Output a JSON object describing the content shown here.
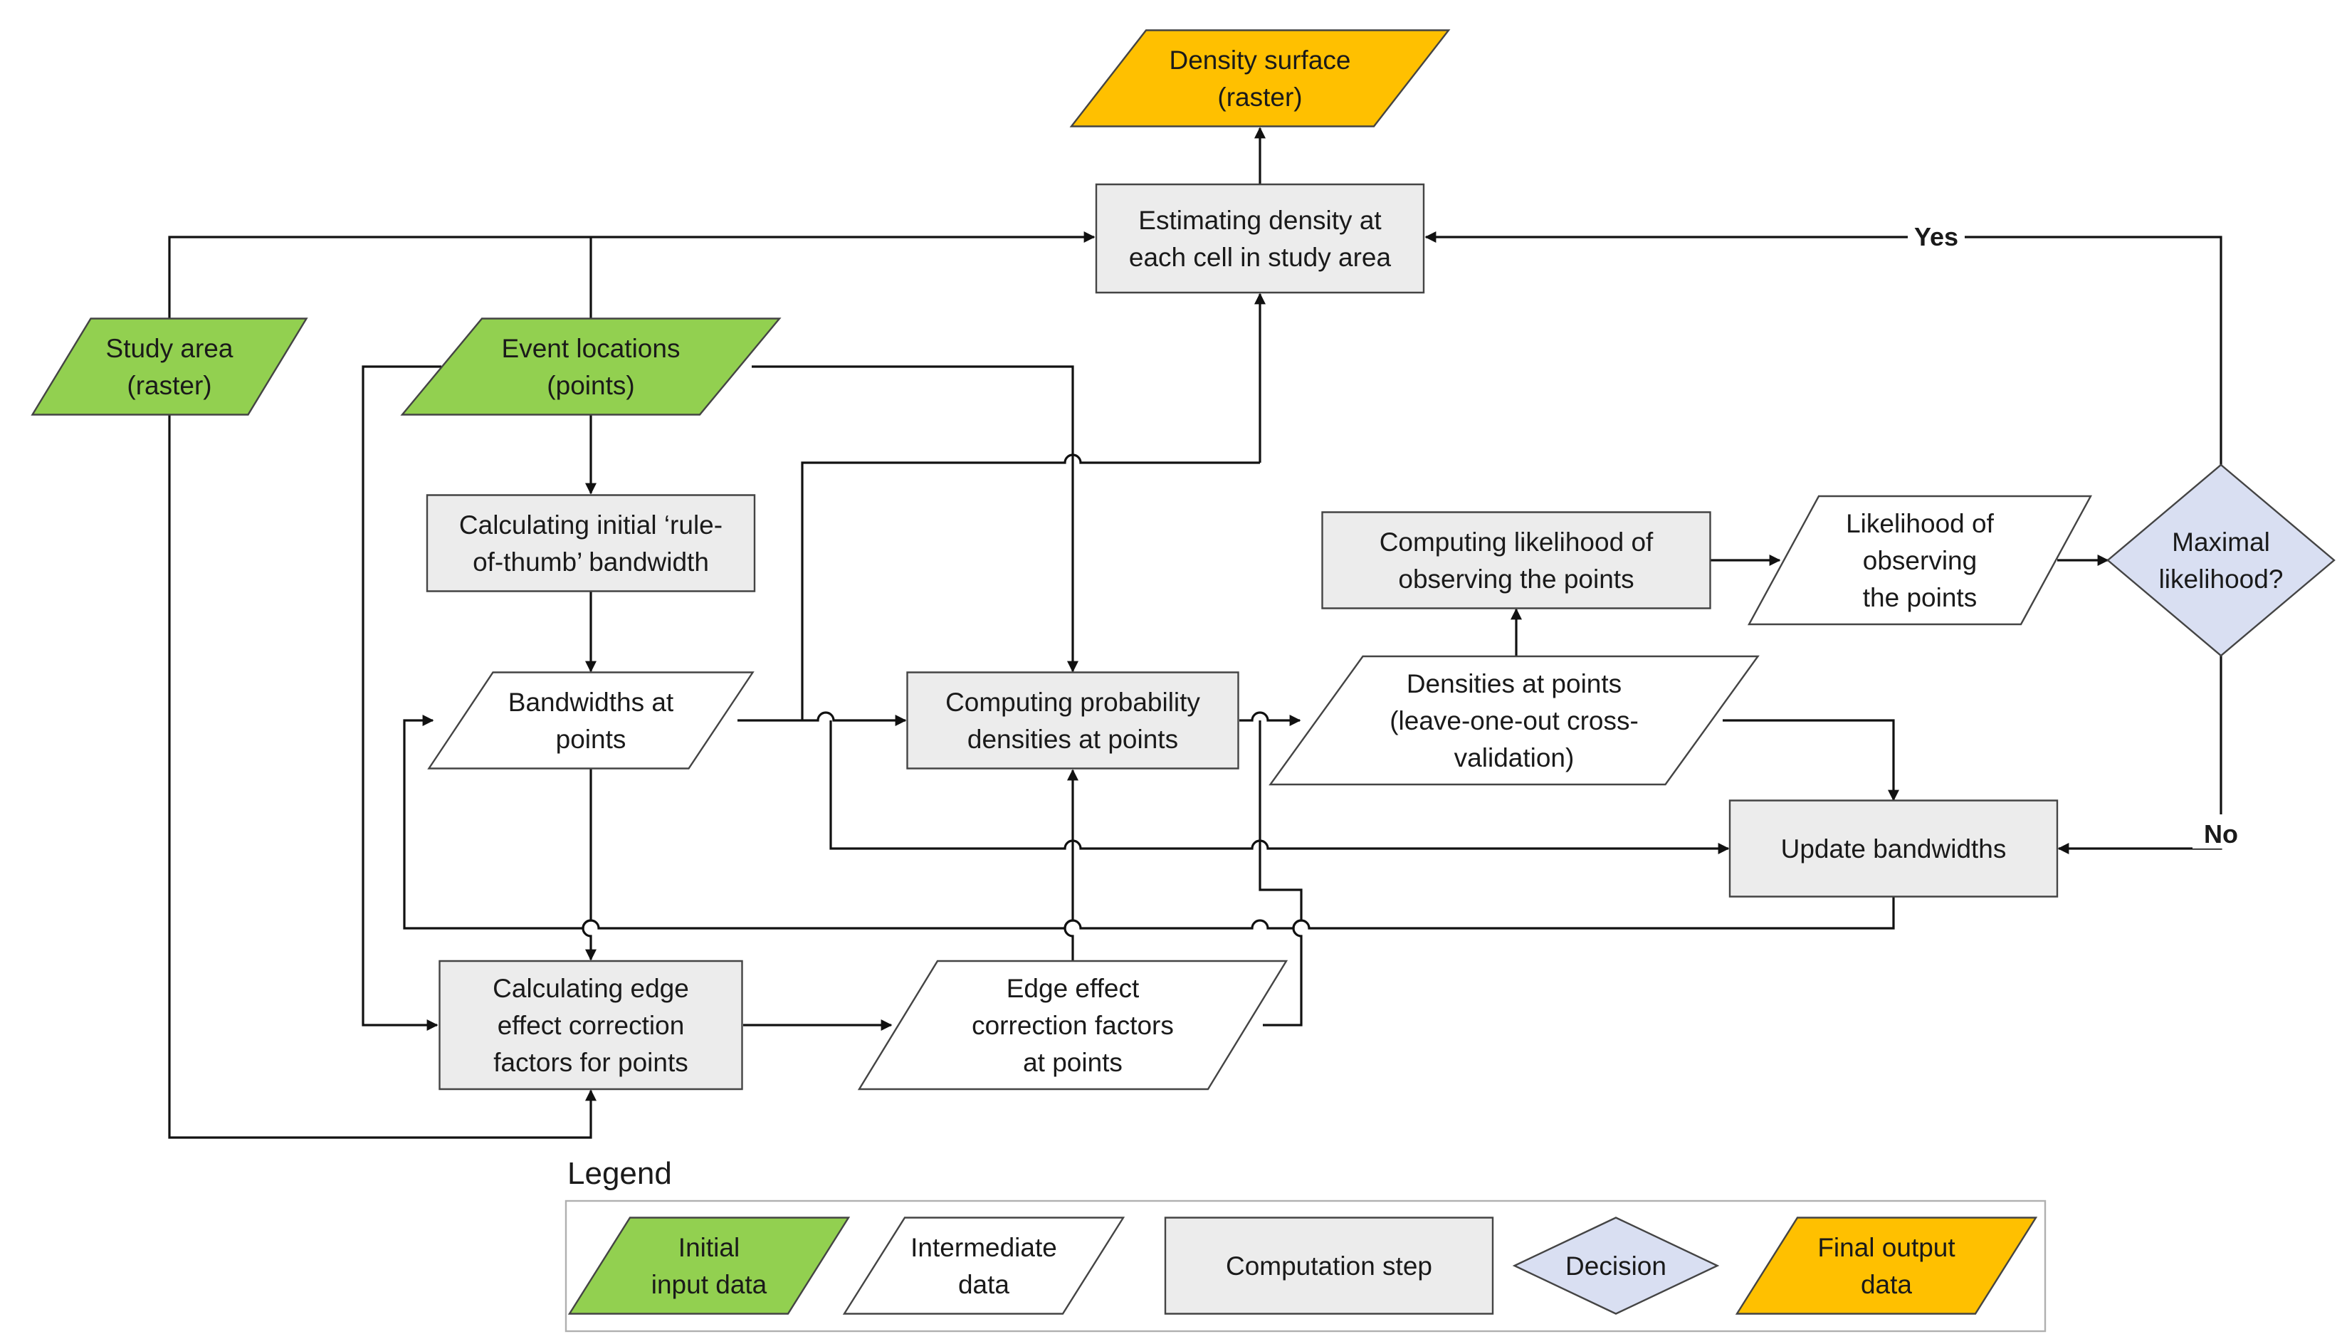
{
  "colors": {
    "input": "#92d050",
    "output": "#ffc000",
    "computation": "#ececec",
    "intermediate": "#ffffff",
    "decision": "#d9dff2",
    "stroke": "#444444",
    "line": "#111111"
  },
  "nodes": {
    "density_surface": {
      "lines": [
        "Density surface",
        "(raster)"
      ]
    },
    "estimating_density": {
      "lines": [
        "Estimating density at",
        "each cell in study area"
      ]
    },
    "study_area": {
      "lines": [
        "Study area",
        "(raster)"
      ]
    },
    "event_locations": {
      "lines": [
        "Event locations",
        "(points)"
      ]
    },
    "initial_bandwidth": {
      "lines": [
        "Calculating initial ‘rule-",
        "of-thumb’ bandwidth"
      ]
    },
    "bandwidths_at_points": {
      "lines": [
        "Bandwidths at",
        "points"
      ]
    },
    "computing_probability": {
      "lines": [
        "Computing probability",
        "densities at points"
      ]
    },
    "densities_at_points": {
      "lines": [
        "Densities at points",
        "(leave-one-out cross-",
        "validation)"
      ]
    },
    "computing_likelihood": {
      "lines": [
        "Computing likelihood of",
        "observing the points"
      ]
    },
    "likelihood_data": {
      "lines": [
        "Likelihood of",
        "observing",
        "the points"
      ]
    },
    "maximal_likelihood": {
      "lines": [
        "Maximal",
        "likelihood?"
      ]
    },
    "update_bandwidths": {
      "lines": [
        "Update bandwidths"
      ]
    },
    "edge_correction_step": {
      "lines": [
        "Calculating edge",
        "effect correction",
        "factors for points"
      ]
    },
    "edge_correction_data": {
      "lines": [
        "Edge effect",
        "correction factors",
        "at points"
      ]
    }
  },
  "edge_labels": {
    "yes": "Yes",
    "no": "No"
  },
  "legend": {
    "title": "Legend",
    "items": [
      {
        "kind": "input",
        "lines": [
          "Initial",
          "input data"
        ]
      },
      {
        "kind": "intermediate",
        "lines": [
          "Intermediate",
          "data"
        ]
      },
      {
        "kind": "computation",
        "lines": [
          "Computation step"
        ]
      },
      {
        "kind": "decision",
        "lines": [
          "Decision"
        ]
      },
      {
        "kind": "output",
        "lines": [
          "Final output",
          "data"
        ]
      }
    ]
  }
}
